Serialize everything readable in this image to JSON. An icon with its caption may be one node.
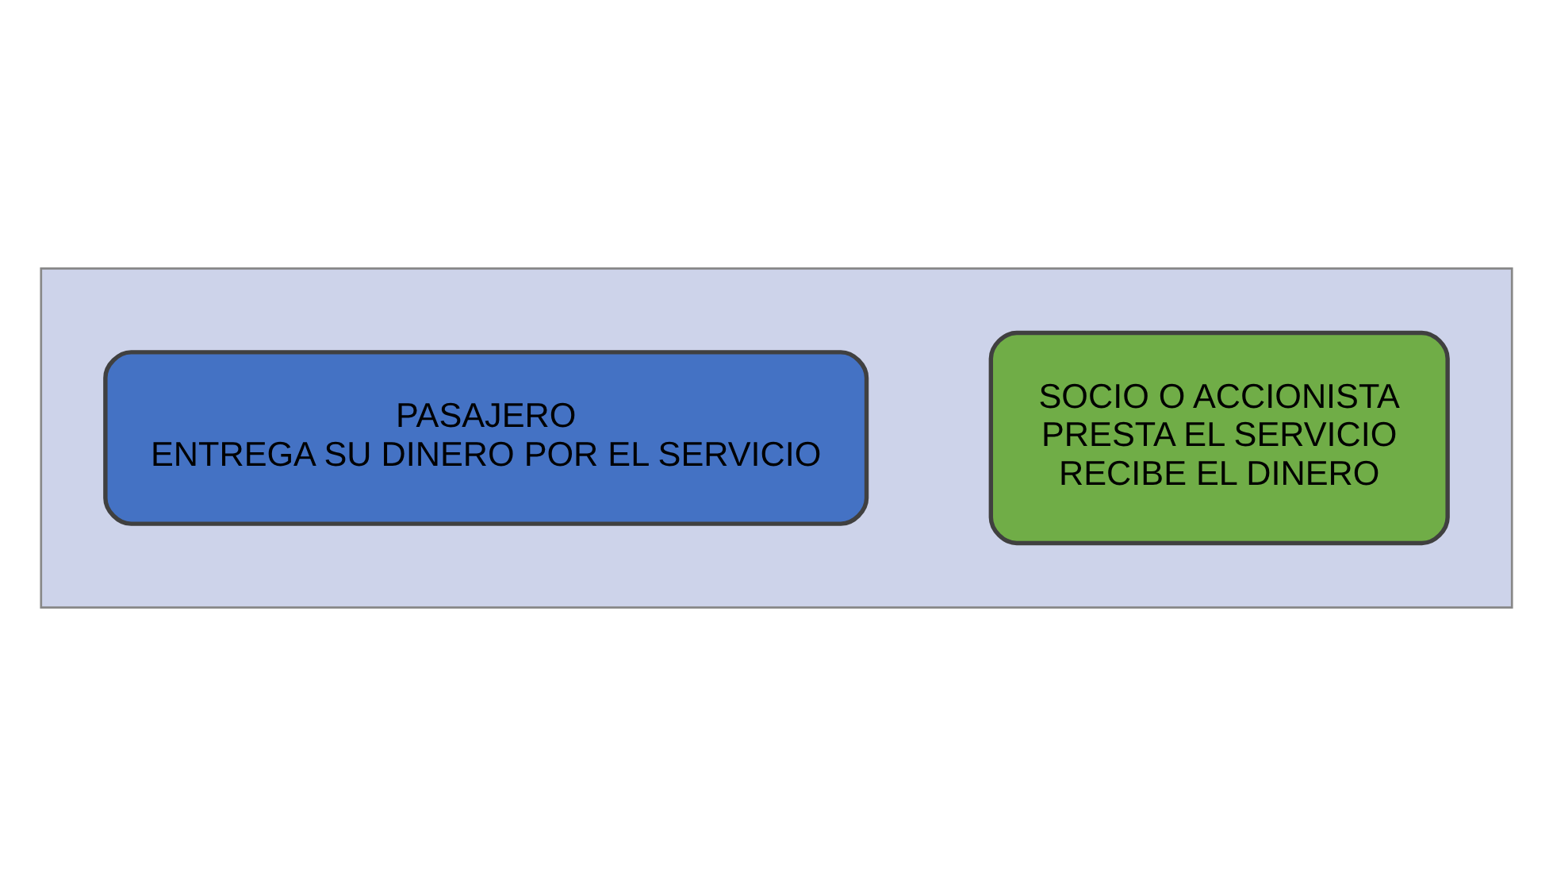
{
  "diagram": {
    "nodes": [
      {
        "text": [],
        "shape": "arrow"
      },
      {
        "text": [
          "PASAJERO",
          "ENTREGA SU DINERO POR EL SERVICIO"
        ],
        "in": 0
      },
      {
        "text": [
          "SOCIO O ACCIONISTA",
          "PRESTA EL SERVICIO",
          "RECIBE EL DINERO"
        ],
        "in": 0
      }
    ]
  }
}
